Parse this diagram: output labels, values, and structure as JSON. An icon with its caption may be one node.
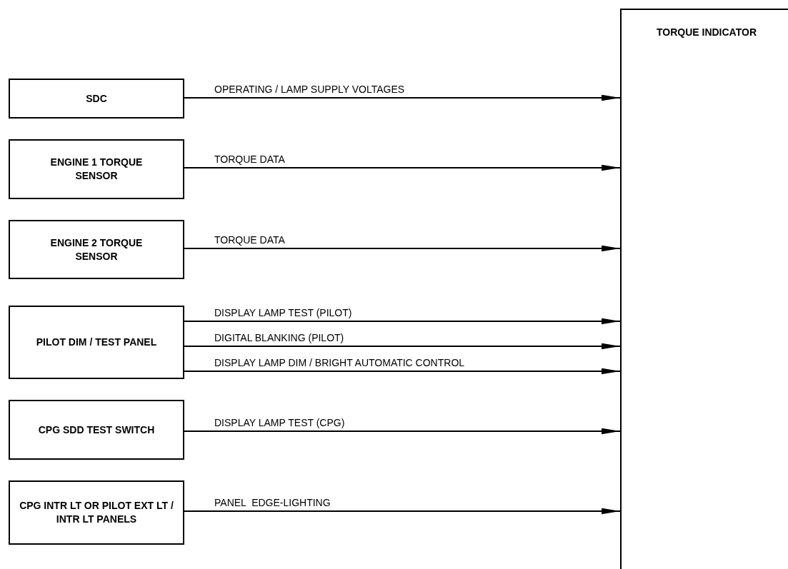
{
  "diagram": {
    "nodes": [
      {
        "text": [
          "TORQUE INDICATOR"
        ]
      },
      {
        "text": [
          "SDC"
        ]
      },
      {
        "text": [
          "ENGINE 1 TORQUE SENSOR"
        ]
      },
      {
        "text": [
          "ENGINE 2 TORQUE SENSOR"
        ]
      },
      {
        "text": [
          "PILOT DIM / TEST PANEL"
        ]
      },
      {
        "text": [
          "CPG SDD TEST SWITCH"
        ]
      },
      {
        "text": [
          "CPG INTR LT OR PILOT EXT LT / INTR LT PANELS"
        ]
      }
    ],
    "edges": [
      {
        "from": 1,
        "to": 0,
        "arrow": "to",
        "label": "OPERATING / LAMP SUPPLY VOLTAGES"
      },
      {
        "from": 2,
        "to": 0,
        "arrow": "to",
        "label": "TORQUE DATA"
      },
      {
        "from": 3,
        "to": 0,
        "arrow": "to",
        "label": "TORQUE DATA"
      },
      {
        "from": 4,
        "to": 0,
        "arrow": "to",
        "label": "DISPLAY LAMP TEST (PILOT)"
      },
      {
        "from": 4,
        "to": 0,
        "arrow": "to",
        "label": "DIGITAL BLANKING (PILOT)"
      },
      {
        "from": 4,
        "to": 0,
        "arrow": "to",
        "label": "DISPLAY LAMP DIM / BRIGHT AUTOMATIC CONTROL"
      },
      {
        "from": 5,
        "to": 0,
        "arrow": "to",
        "label": "DISPLAY LAMP TEST (CPG)"
      },
      {
        "from": 6,
        "to": 0,
        "arrow": "to",
        "label": "PANEL  EDGE-LIGHTING"
      }
    ]
  }
}
